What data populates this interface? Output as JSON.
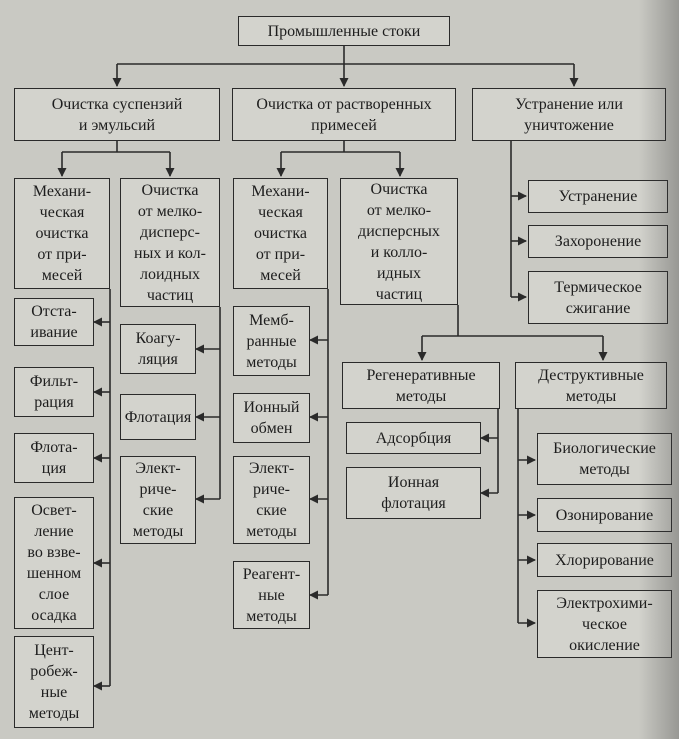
{
  "root": "Промышленные стоки",
  "branches": {
    "suspensions": "Очистка суспензий\nи эмульсий",
    "dissolved": "Очистка от растворенных\nпримесей",
    "elimination": "Устранение или\nуничтожение"
  },
  "suspensions_children": {
    "mechanical": "Механи-\nческая\nочистка\nот при-\nмесей",
    "fine": "Очистка\nот мелко-\nдисперс-\nных и кол-\nлоидных\nчастиц"
  },
  "suspensions_mechanical_methods": [
    "Отста-\nивание",
    "Фильт-\nрация",
    "Флота-\nция",
    "Освет-\nление\nво взве-\nшенном\nслое\nосадка",
    "Цент-\nробеж-\nные\nметоды"
  ],
  "suspensions_fine_methods": [
    "Коагу-\nляция",
    "Флотация",
    "Элект-\nриче-\nские\nметоды"
  ],
  "dissolved_children": {
    "mechanical": "Механи-\nческая\nочистка\nот при-\nмесей",
    "fine": "Очистка\nот мелко-\nдисперсных\nи колло-\nидных\nчастиц"
  },
  "dissolved_mechanical_methods": [
    "Мемб-\nранные\nметоды",
    "Ионный\nобмен",
    "Элект-\nриче-\nские\nметоды",
    "Реагент-\nные\nметоды"
  ],
  "dissolved_fine_children": {
    "regenerative": "Регенеративные\nметоды",
    "destructive": "Деструктивные\nметоды"
  },
  "regenerative_methods": [
    "Адсорбция",
    "Ионная\nфлотация"
  ],
  "destructive_methods": [
    "Биологические\nметоды",
    "Озонирование",
    "Хлорирование",
    "Электрохими-\nческое\nокисление"
  ],
  "elimination_methods": [
    "Устранение",
    "Захоронение",
    "Термическое\nсжигание"
  ]
}
